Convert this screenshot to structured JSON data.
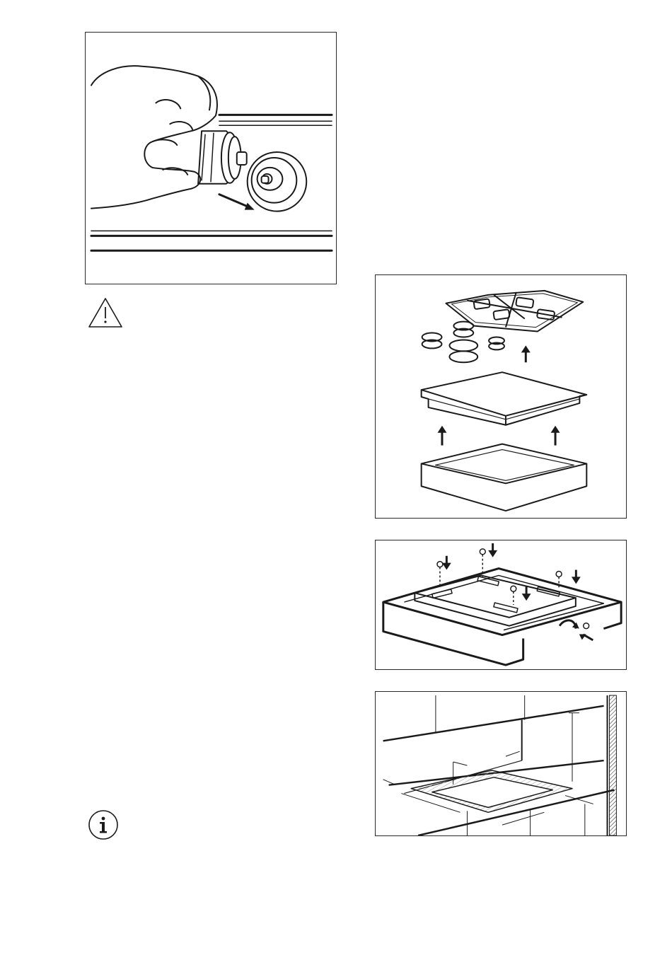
{
  "page": {
    "figures": [
      {
        "name": "nozzle-replacement-illustration"
      },
      {
        "name": "hob-assembly-exploded-illustration"
      },
      {
        "name": "hob-fixing-brackets-illustration"
      },
      {
        "name": "built-in-cutout-dimensions-illustration"
      }
    ],
    "icons": {
      "warning": "warning-triangle-icon",
      "info": "info-circle-icon"
    },
    "colors": {
      "line": "#1a1a1a",
      "border": "#2a2a2a",
      "hatch": "#9a9a9a",
      "background": "#ffffff"
    }
  }
}
